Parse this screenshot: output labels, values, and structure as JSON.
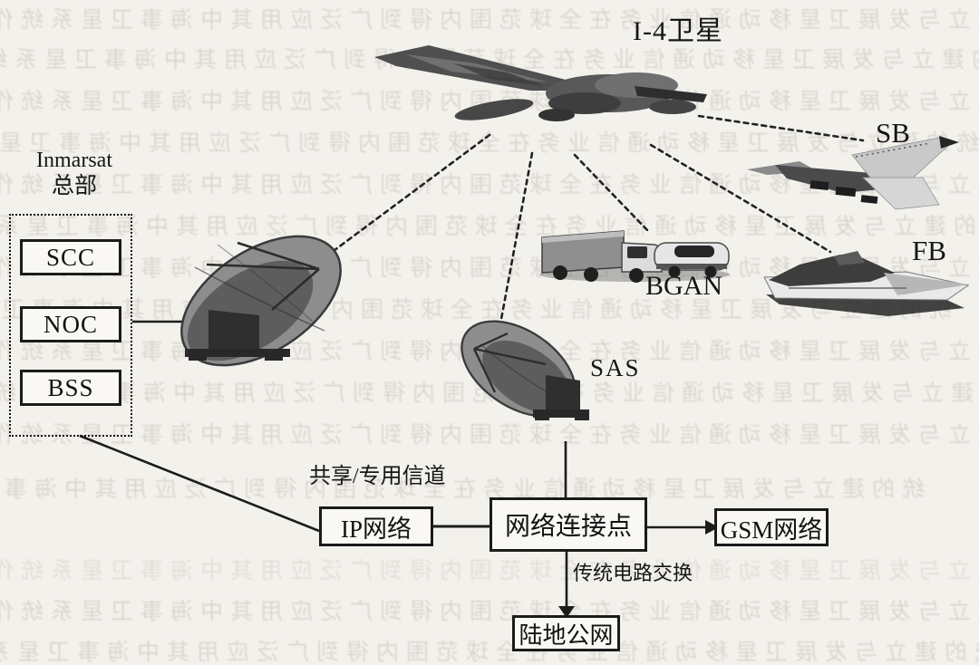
{
  "colors": {
    "paper": "#f3f1ec",
    "ink": "#1c1c1c",
    "bleed": "#958f84"
  },
  "background": {
    "bleed_text": "统的建立与发展卫星移动通信业务在全球范围内得到广泛应用其中海事卫星系统作为重要组成部分提供语音数据传输服务并且可以在陆地海上空中使用"
  },
  "figure": {
    "satellite_label": "I-4卫星",
    "hq": {
      "name_en": "Inmarsat",
      "name_cn": "总部",
      "units": [
        "SCC",
        "NOC",
        "BSS"
      ]
    },
    "terminals": {
      "aircraft": "SB",
      "ship": "FB",
      "vehicle": "BGAN",
      "transportable_station": "SAS"
    },
    "network_boxes": {
      "ip": "IP网络",
      "nap": "网络连接点",
      "gsm": "GSM网络",
      "land": "陆地公网"
    },
    "link_labels": {
      "shared": "共享/专用信道",
      "circuit": "传统电路交换"
    }
  }
}
